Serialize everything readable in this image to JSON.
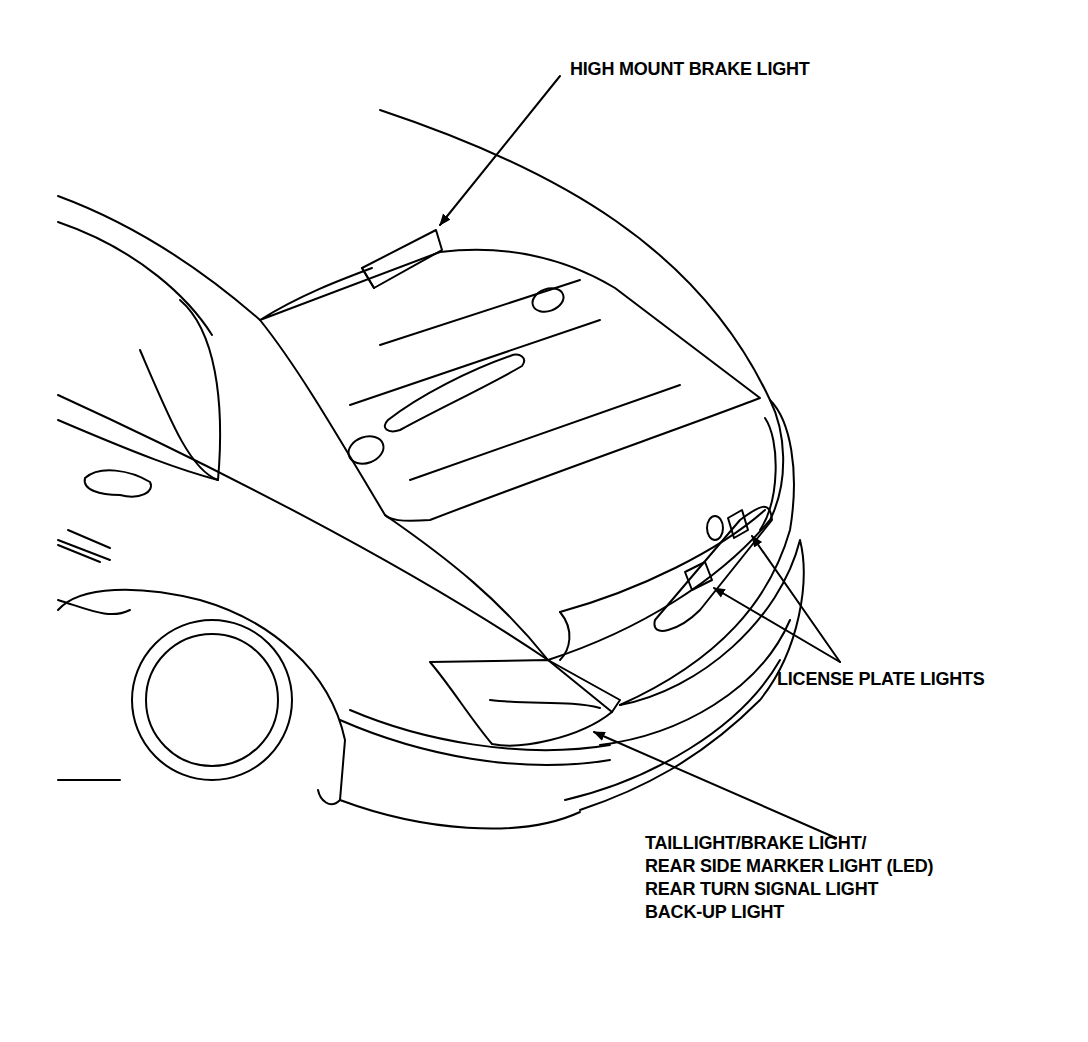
{
  "diagram": {
    "labels": [
      "HIGH MOUNT BRAKE LIGHT",
      "LICENSE PLATE LIGHTS",
      "TAILLIGHT/BRAKE LIGHT/",
      "REAR SIDE MARKER LIGHT (LED)",
      "REAR TURN SIGNAL LIGHT",
      "BACK-UP LIGHT"
    ]
  }
}
